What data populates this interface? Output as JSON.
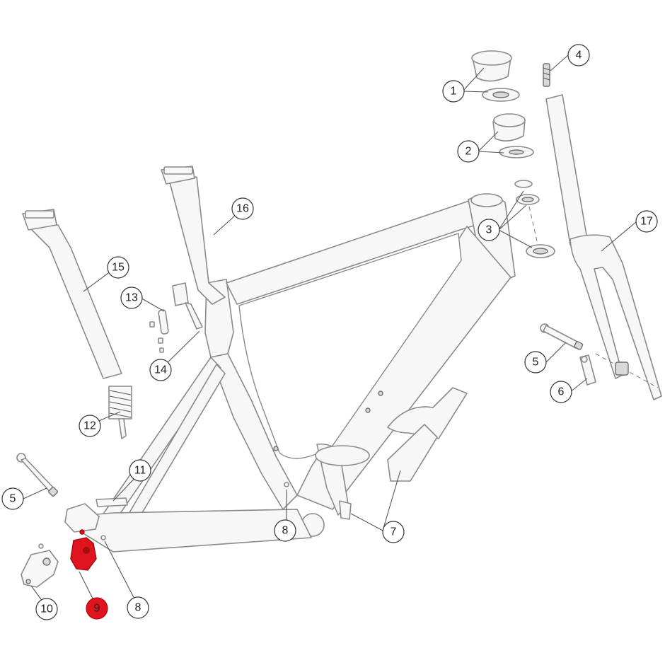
{
  "diagram": {
    "highlight_color": "#e0141e",
    "callouts": [
      {
        "id": "c1",
        "label": "1"
      },
      {
        "id": "c2",
        "label": "2"
      },
      {
        "id": "c3",
        "label": "3"
      },
      {
        "id": "c4",
        "label": "4"
      },
      {
        "id": "c5a",
        "label": "5"
      },
      {
        "id": "c5b",
        "label": "5"
      },
      {
        "id": "c6",
        "label": "6"
      },
      {
        "id": "c7",
        "label": "7"
      },
      {
        "id": "c8a",
        "label": "8"
      },
      {
        "id": "c8b",
        "label": "8"
      },
      {
        "id": "c9",
        "label": "9",
        "highlighted": true
      },
      {
        "id": "c10",
        "label": "10"
      },
      {
        "id": "c11",
        "label": "11"
      },
      {
        "id": "c12",
        "label": "12"
      },
      {
        "id": "c13",
        "label": "13"
      },
      {
        "id": "c14",
        "label": "14"
      },
      {
        "id": "c15",
        "label": "15"
      },
      {
        "id": "c16",
        "label": "16"
      },
      {
        "id": "c17",
        "label": "17"
      }
    ]
  }
}
